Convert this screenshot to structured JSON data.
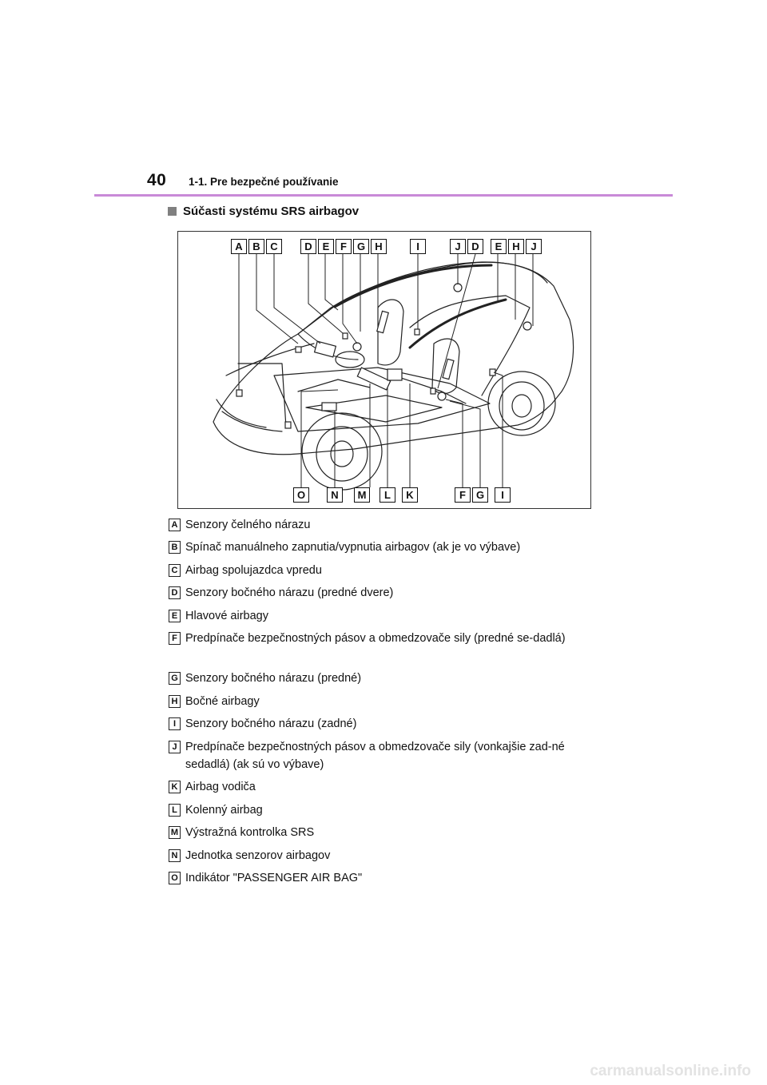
{
  "header": {
    "page_number": "40",
    "chapter": "1-1. Pre bezpečné používanie"
  },
  "section": {
    "title": "Súčasti systému SRS airbagov"
  },
  "diagram": {
    "top_labels": [
      "A",
      "B",
      "C",
      "D",
      "E",
      "F",
      "G",
      "H",
      "I",
      "J",
      "D",
      "E",
      "H",
      "J"
    ],
    "bottom_labels": [
      "O",
      "N",
      "M",
      "L",
      "K",
      "F",
      "G",
      "I"
    ]
  },
  "legend": [
    {
      "letter": "A",
      "text": "Senzory čelného nárazu"
    },
    {
      "letter": "B",
      "text": "Spínač manuálneho zapnutia/vypnutia airbagov (ak je vo výbave)"
    },
    {
      "letter": "C",
      "text": "Airbag spolujazdca vpredu"
    },
    {
      "letter": "D",
      "text": "Senzory bočného nárazu (predné dvere)"
    },
    {
      "letter": "E",
      "text": "Hlavové airbagy"
    },
    {
      "letter": "F",
      "text": "Predpínače bezpečnostných pásov a obmedzovače sily (predné se-dadlá)"
    },
    {
      "letter": "G",
      "text": "Senzory bočného nárazu (predné)"
    },
    {
      "letter": "H",
      "text": "Bočné airbagy"
    },
    {
      "letter": "I",
      "text": "Senzory bočného nárazu (zadné)"
    },
    {
      "letter": "J",
      "text": "Predpínače bezpečnostných pásov a obmedzovače sily (vonkajšie zad-né sedadlá) (ak sú vo výbave)"
    },
    {
      "letter": "K",
      "text": "Airbag vodiča"
    },
    {
      "letter": "L",
      "text": "Kolenný airbag"
    },
    {
      "letter": "M",
      "text": "Výstražná kontrolka SRS"
    },
    {
      "letter": "N",
      "text": "Jednotka senzorov airbagov"
    },
    {
      "letter": "O",
      "text": "Indikátor \"PASSENGER AIR BAG\""
    }
  ],
  "footer": {
    "watermark": "carmanualsonline.info"
  }
}
